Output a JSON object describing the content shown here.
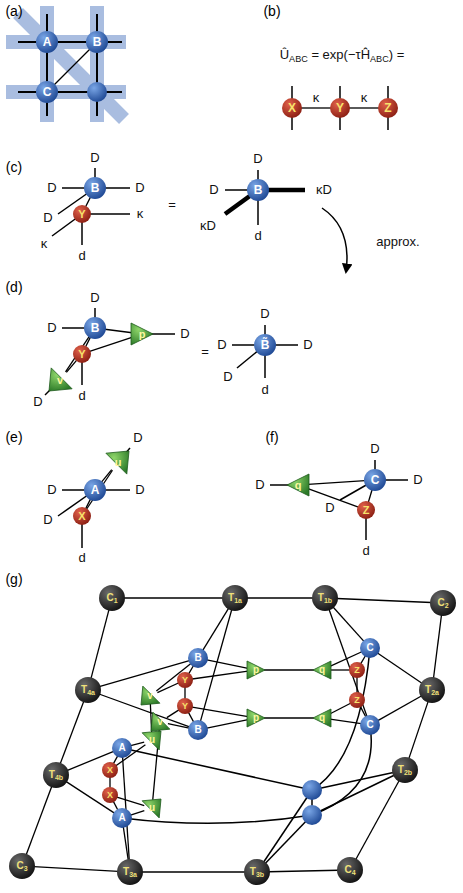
{
  "diagram": {
    "nodes": [
      {
        "text": [
          "A"
        ]
      },
      {
        "text": [
          "B"
        ]
      },
      {
        "text": [
          "C"
        ]
      },
      {
        "text": [
          "X"
        ]
      },
      {
        "text": [
          "Y"
        ]
      },
      {
        "text": [
          "Z"
        ]
      },
      {
        "text": [
          "B"
        ]
      },
      {
        "text": [
          "Y"
        ]
      },
      {
        "text": [
          "B"
        ]
      },
      {
        "text": [
          "B"
        ]
      },
      {
        "text": [
          "Y"
        ]
      },
      {
        "text": [
          "p"
        ]
      },
      {
        "text": [
          "v"
        ]
      },
      {
        "text": [
          "B̃"
        ]
      },
      {
        "text": [
          "A"
        ]
      },
      {
        "text": [
          "X"
        ]
      },
      {
        "text": [
          "u"
        ]
      },
      {
        "text": [
          "C"
        ]
      },
      {
        "text": [
          "Z"
        ]
      },
      {
        "text": [
          "q"
        ]
      },
      {
        "text": [
          "C1"
        ]
      },
      {
        "text": [
          "T1a"
        ]
      },
      {
        "text": [
          "T1b"
        ]
      },
      {
        "text": [
          "C2"
        ]
      },
      {
        "text": [
          "T2a"
        ]
      },
      {
        "text": [
          "T2b"
        ]
      },
      {
        "text": [
          "C4"
        ]
      },
      {
        "text": [
          "T3b"
        ]
      },
      {
        "text": [
          "T3a"
        ]
      },
      {
        "text": [
          "C3"
        ]
      },
      {
        "text": [
          "T4b"
        ]
      },
      {
        "text": [
          "T4a"
        ]
      },
      {
        "text": [
          "B"
        ]
      },
      {
        "text": [
          "Y"
        ]
      },
      {
        "text": [
          "Y"
        ]
      },
      {
        "text": [
          "B"
        ]
      },
      {
        "text": [
          "p"
        ]
      },
      {
        "text": [
          "p"
        ]
      },
      {
        "text": [
          "q"
        ]
      },
      {
        "text": [
          "q"
        ]
      },
      {
        "text": [
          "C"
        ]
      },
      {
        "text": [
          "Z"
        ]
      },
      {
        "text": [
          "Z"
        ]
      },
      {
        "text": [
          "C"
        ]
      },
      {
        "text": [
          "v"
        ]
      },
      {
        "text": [
          "v"
        ]
      },
      {
        "text": [
          "A"
        ]
      },
      {
        "text": [
          "X"
        ]
      },
      {
        "text": [
          "X"
        ]
      },
      {
        "text": [
          "A"
        ]
      },
      {
        "text": [
          "u"
        ]
      },
      {
        "text": [
          "u"
        ]
      }
    ],
    "edges": [
      {
        "from": 0,
        "to": 1,
        "arrow": "none"
      },
      {
        "from": 0,
        "to": 2,
        "arrow": "none"
      },
      {
        "from": 1,
        "to": 2,
        "arrow": "none"
      },
      {
        "from": 3,
        "to": 4,
        "arrow": "none",
        "label": "κ"
      },
      {
        "from": 4,
        "to": 5,
        "arrow": "none",
        "label": "κ"
      },
      {
        "from": 6,
        "to": 7,
        "arrow": "none"
      },
      {
        "from": 9,
        "to": 10,
        "arrow": "none"
      },
      {
        "from": 9,
        "to": 11,
        "arrow": "none"
      },
      {
        "from": 10,
        "to": 11,
        "arrow": "none"
      },
      {
        "from": 9,
        "to": 12,
        "arrow": "none"
      },
      {
        "from": 10,
        "to": 12,
        "arrow": "none"
      },
      {
        "from": 14,
        "to": 15,
        "arrow": "none"
      },
      {
        "from": 14,
        "to": 16,
        "arrow": "none"
      },
      {
        "from": 15,
        "to": 16,
        "arrow": "none"
      },
      {
        "from": 17,
        "to": 18,
        "arrow": "none"
      },
      {
        "from": 17,
        "to": 19,
        "arrow": "none"
      },
      {
        "from": 18,
        "to": 19,
        "arrow": "none"
      },
      {
        "from": 20,
        "to": 21,
        "arrow": "none"
      },
      {
        "from": 21,
        "to": 22,
        "arrow": "none"
      },
      {
        "from": 22,
        "to": 23,
        "arrow": "none"
      },
      {
        "from": 23,
        "to": 24,
        "arrow": "none"
      },
      {
        "from": 24,
        "to": 25,
        "arrow": "none"
      },
      {
        "from": 25,
        "to": 26,
        "arrow": "none"
      },
      {
        "from": 26,
        "to": 27,
        "arrow": "none"
      },
      {
        "from": 27,
        "to": 28,
        "arrow": "none"
      },
      {
        "from": 28,
        "to": 29,
        "arrow": "none"
      },
      {
        "from": 29,
        "to": 30,
        "arrow": "none"
      },
      {
        "from": 30,
        "to": 31,
        "arrow": "none"
      },
      {
        "from": 31,
        "to": 20,
        "arrow": "none"
      },
      {
        "from": 32,
        "to": 33,
        "arrow": "none"
      },
      {
        "from": 33,
        "to": 34,
        "arrow": "none"
      },
      {
        "from": 34,
        "to": 35,
        "arrow": "none"
      },
      {
        "from": 40,
        "to": 41,
        "arrow": "none"
      },
      {
        "from": 41,
        "to": 42,
        "arrow": "none"
      },
      {
        "from": 42,
        "to": 43,
        "arrow": "none"
      },
      {
        "from": 46,
        "to": 47,
        "arrow": "none"
      },
      {
        "from": 47,
        "to": 48,
        "arrow": "none"
      },
      {
        "from": 48,
        "to": 49,
        "arrow": "none"
      },
      {
        "from": 32,
        "to": 36,
        "arrow": "none"
      },
      {
        "from": 33,
        "to": 36,
        "arrow": "none"
      },
      {
        "from": 34,
        "to": 37,
        "arrow": "none"
      },
      {
        "from": 35,
        "to": 37,
        "arrow": "none"
      },
      {
        "from": 36,
        "to": 38,
        "arrow": "none"
      },
      {
        "from": 37,
        "to": 39,
        "arrow": "none"
      },
      {
        "from": 38,
        "to": 40,
        "arrow": "none"
      },
      {
        "from": 38,
        "to": 41,
        "arrow": "none"
      },
      {
        "from": 39,
        "to": 42,
        "arrow": "none"
      },
      {
        "from": 39,
        "to": 43,
        "arrow": "none"
      },
      {
        "from": 32,
        "to": 44,
        "arrow": "none"
      },
      {
        "from": 33,
        "to": 44,
        "arrow": "none"
      },
      {
        "from": 34,
        "to": 45,
        "arrow": "none"
      },
      {
        "from": 35,
        "to": 45,
        "arrow": "none"
      },
      {
        "from": 44,
        "to": 50,
        "arrow": "none"
      },
      {
        "from": 45,
        "to": 51,
        "arrow": "none"
      },
      {
        "from": 50,
        "to": 46,
        "arrow": "none"
      },
      {
        "from": 50,
        "to": 47,
        "arrow": "none"
      },
      {
        "from": 51,
        "to": 48,
        "arrow": "none"
      },
      {
        "from": 51,
        "to": 49,
        "arrow": "none"
      },
      {
        "from": 21,
        "to": 32,
        "arrow": "none"
      },
      {
        "from": 21,
        "to": 35,
        "arrow": "none"
      },
      {
        "from": 22,
        "to": 40,
        "arrow": "none"
      },
      {
        "from": 22,
        "to": 43,
        "arrow": "none"
      },
      {
        "from": 24,
        "to": 40,
        "arrow": "none"
      },
      {
        "from": 24,
        "to": 43,
        "arrow": "none"
      },
      {
        "from": 28,
        "to": 46,
        "arrow": "none"
      },
      {
        "from": 28,
        "to": 49,
        "arrow": "none"
      },
      {
        "from": 30,
        "to": 46,
        "arrow": "none"
      },
      {
        "from": 30,
        "to": 49,
        "arrow": "none"
      },
      {
        "from": 31,
        "to": 32,
        "arrow": "none"
      },
      {
        "from": 31,
        "to": 35,
        "arrow": "none"
      }
    ],
    "labels": [
      "(a)",
      "(b)",
      "ÛABC = exp(−τĤABC) =",
      "(c)",
      "D",
      "D",
      "D",
      "D",
      "κ",
      "κ",
      "d",
      "=",
      "D",
      "D",
      "κD",
      "κD",
      "d",
      "approx.",
      "(d)",
      "D",
      "D",
      "D",
      "D",
      "d",
      "=",
      "D",
      "D",
      "D",
      "D",
      "d",
      "(e)",
      "D",
      "D",
      "D",
      "D",
      "d",
      "(f)",
      "D",
      "D",
      "D",
      "D",
      "d",
      "(g)"
    ]
  }
}
